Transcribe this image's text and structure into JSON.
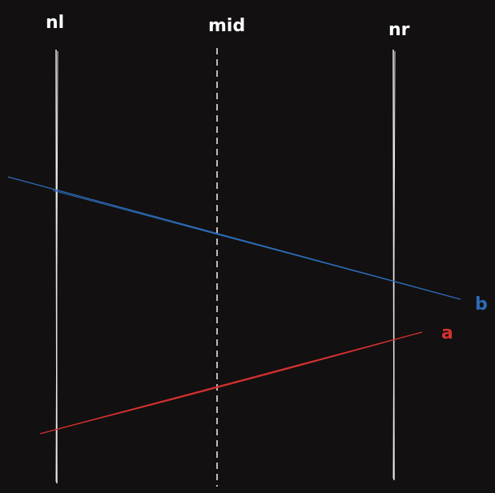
{
  "colors": {
    "background": "#121010",
    "vertical_line": "#e8e8e8",
    "line_a": "#d63131",
    "line_b": "#2c6cb8"
  },
  "labels": {
    "nl": "nl",
    "mid": "mid",
    "nr": "nr",
    "a": "a",
    "b": "b"
  }
}
